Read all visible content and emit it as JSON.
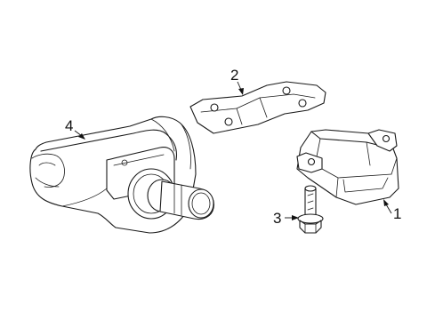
{
  "callouts": [
    {
      "number": "1",
      "part": "sensor-module"
    },
    {
      "number": "2",
      "part": "mounting-bracket"
    },
    {
      "number": "3",
      "part": "bolt"
    },
    {
      "number": "4",
      "part": "tire-pressure-sensor"
    }
  ]
}
